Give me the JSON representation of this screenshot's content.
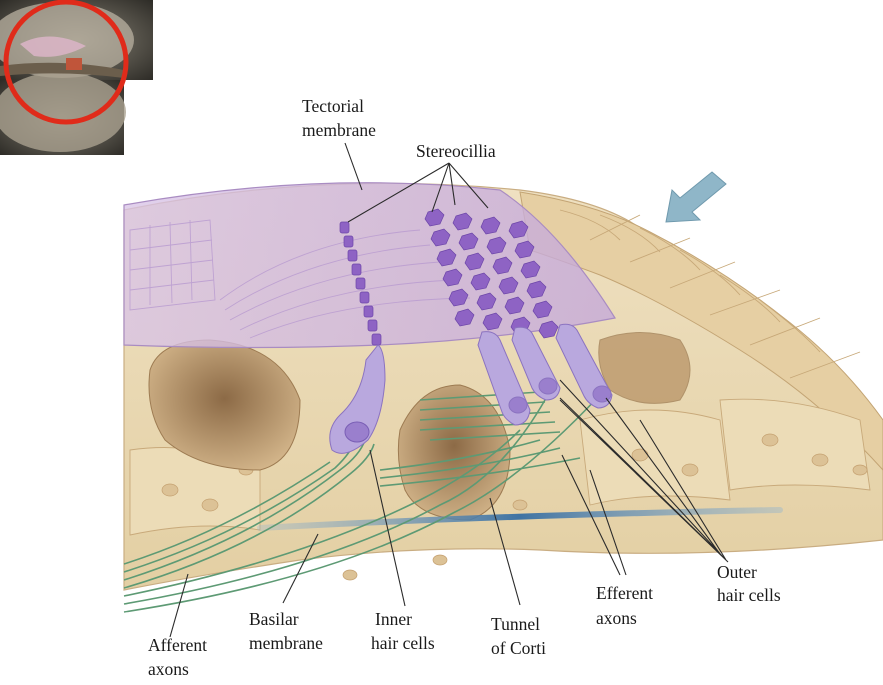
{
  "labels": {
    "tectorial_1": "Tectorial",
    "tectorial_2": "membrane",
    "stereocillia": "Stereocillia",
    "outer_1": "Outer",
    "outer_2": "hair cells",
    "efferent_1": "Efferent",
    "efferent_2": "axons",
    "tunnel_1": "Tunnel",
    "tunnel_2": "of Corti",
    "inner_1": "Inner",
    "inner_2": "hair cells",
    "basilar_1": "Basilar",
    "basilar_2": "membrane",
    "afferent_1": "Afferent",
    "afferent_2": "axons"
  },
  "colors": {
    "tissue": "#ead9b4",
    "tissue_dark": "#c8a576",
    "tectorial": "#cdb3de",
    "hair_cell": "#b7a6dc",
    "cilia": "#8e63c4",
    "axon": "#5d9a74",
    "basilar": "#4f7ea8",
    "arrow": "#8fb6c8",
    "highlight_ring": "#e02b1a"
  }
}
